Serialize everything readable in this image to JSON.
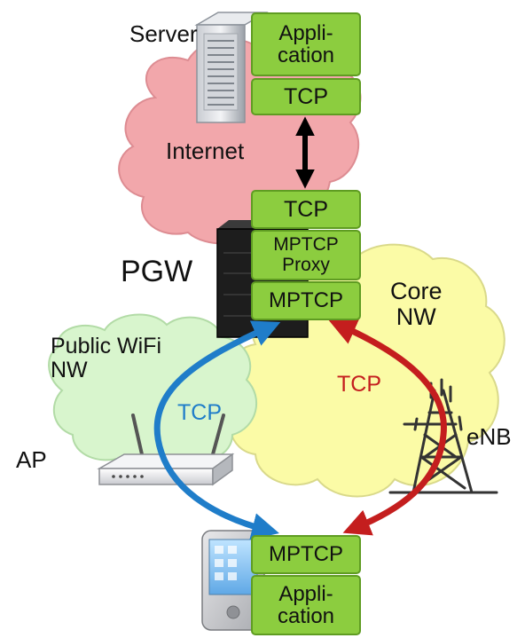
{
  "labels": {
    "server": "Server",
    "internet": "Internet",
    "pgw": "PGW",
    "core_nw": "Core\nNW",
    "public_wifi_nw": "Public WiFi\nNW",
    "ap": "AP",
    "enb": "eNB"
  },
  "server_stack": {
    "application": "Appli-\ncation",
    "tcp": "TCP"
  },
  "pgw_stack": {
    "tcp": "TCP",
    "proxy": "MPTCP\nProxy",
    "mptcp": "MPTCP"
  },
  "ue_stack": {
    "mptcp": "MPTCP",
    "application": "Appli-\ncation"
  },
  "paths": {
    "wifi_label": "TCP",
    "lte_label": "TCP"
  },
  "colors": {
    "stack_box": "#8ccd3f",
    "internet_cloud": "#f2a7ab",
    "core_cloud": "#fbfba6",
    "wifi_cloud": "#d8f5cd",
    "wifi_path": "#1f7dc9",
    "lte_path": "#c41e1e"
  }
}
